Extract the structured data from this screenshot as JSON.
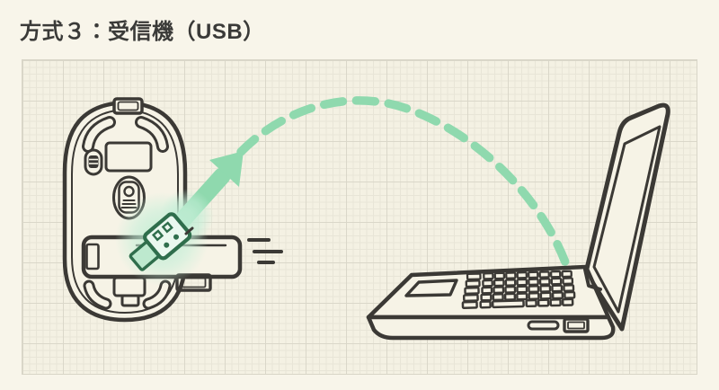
{
  "page": {
    "title": "方式３：受信機（USB）"
  },
  "palette": {
    "background": "#F8F5EA",
    "paper": "#F4F1E3",
    "paper_fill": "#F6F3E6",
    "grid_minor": "#E8E5D7",
    "grid_major": "#DAD7C9",
    "paper_edge": "#D8D5C7",
    "ink": "#3B3935",
    "green": "#8FD9AE",
    "green_dark": "#2F6E4C",
    "green_light": "#BDE9CE",
    "glow": "#C4EFD8",
    "title": "#3A3A38"
  },
  "diagram": {
    "elements": [
      {
        "name": "wireless-mouse-bottom-view"
      },
      {
        "name": "battery-cover-slid-open"
      },
      {
        "name": "usb-receiver-dongle"
      },
      {
        "name": "eject-arrow"
      },
      {
        "name": "wireless-signal-dashed-arc"
      },
      {
        "name": "laptop-side-view"
      },
      {
        "name": "usb-port"
      }
    ]
  }
}
